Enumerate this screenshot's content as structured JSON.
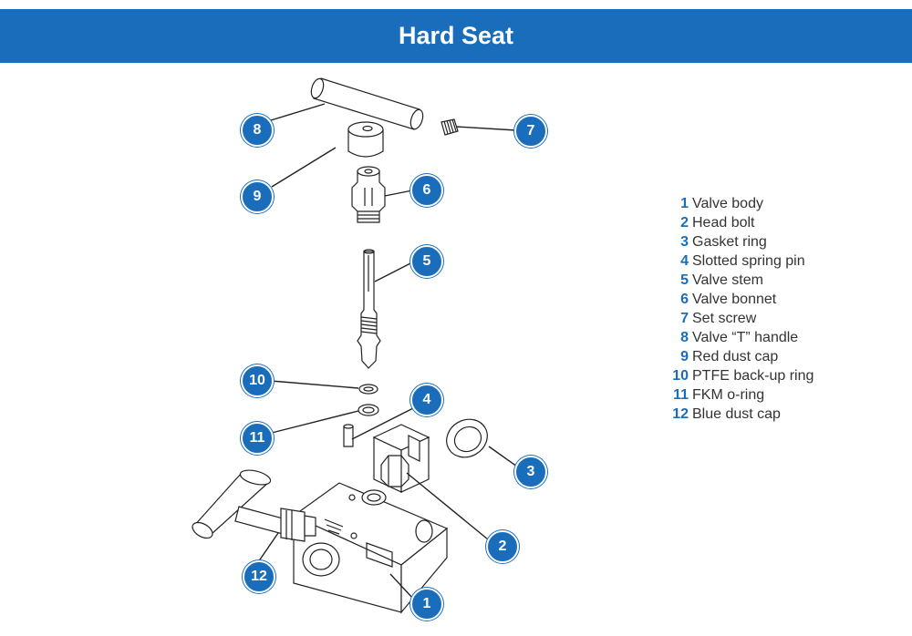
{
  "header": {
    "title": "Hard Seat"
  },
  "colors": {
    "accent": "#1a6dbb",
    "text": "#333333",
    "line": "#222222"
  },
  "callouts": [
    {
      "id": "callout-1",
      "number": "1"
    },
    {
      "id": "callout-2",
      "number": "2"
    },
    {
      "id": "callout-3",
      "number": "3"
    },
    {
      "id": "callout-4",
      "number": "4"
    },
    {
      "id": "callout-5",
      "number": "5"
    },
    {
      "id": "callout-6",
      "number": "6"
    },
    {
      "id": "callout-7",
      "number": "7"
    },
    {
      "id": "callout-8",
      "number": "8"
    },
    {
      "id": "callout-9",
      "number": "9"
    },
    {
      "id": "callout-10",
      "number": "10"
    },
    {
      "id": "callout-11",
      "number": "11"
    },
    {
      "id": "callout-12",
      "number": "12"
    }
  ],
  "legend": [
    {
      "number": "1",
      "label": "Valve body"
    },
    {
      "number": "2",
      "label": "Head bolt"
    },
    {
      "number": "3",
      "label": "Gasket ring"
    },
    {
      "number": "4",
      "label": "Slotted spring pin"
    },
    {
      "number": "5",
      "label": "Valve stem"
    },
    {
      "number": "6",
      "label": "Valve bonnet"
    },
    {
      "number": "7",
      "label": "Set screw"
    },
    {
      "number": "8",
      "label": "Valve “T” handle"
    },
    {
      "number": "9",
      "label": "Red dust cap"
    },
    {
      "number": "10",
      "label": "PTFE back-up ring"
    },
    {
      "number": "11",
      "label": "FKM o-ring"
    },
    {
      "number": "12",
      "label": "Blue dust cap"
    }
  ]
}
